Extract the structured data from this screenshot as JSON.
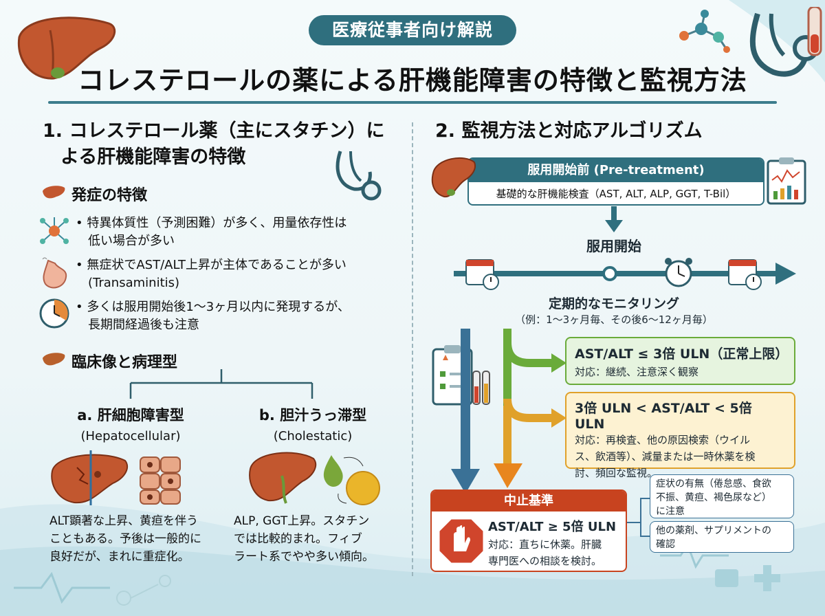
{
  "header": {
    "badge": "医療従事者向け解説",
    "title": "コレステロールの薬による肝機能障害の特徴と監視方法"
  },
  "left": {
    "heading_line1": "1. コレステロール薬（主にスタチン）に",
    "heading_line2": "よる肝機能障害の特徴",
    "onset_heading": "発症の特徴",
    "bullets": [
      {
        "line1": "特異体質性（予測困難）が多く、用量依存性は",
        "line2": "低い場合が多い"
      },
      {
        "line1": "無症状でAST/ALT上昇が主体であることが多い",
        "line2": "(Transaminitis)"
      },
      {
        "line1": "多くは服用開始後1〜3ヶ月以内に発現するが、",
        "line2": "長期間経過後も注意"
      }
    ],
    "clinical_heading": "臨床像と病理型",
    "type_a": {
      "title": "a. 肝細胞障害型",
      "subtitle": "(Hepatocellular)",
      "desc": [
        "ALT顕著な上昇、黄疸を伴う",
        "こともある。予後は一般的に",
        "良好だが、まれに重症化。"
      ]
    },
    "type_b": {
      "title": "b. 胆汁うっ滞型",
      "subtitle": "(Cholestatic)",
      "desc": [
        "ALP, GGT上昇。スタチン",
        "では比較的まれ。フィブ",
        "ラート系でやや多い傾向。"
      ]
    }
  },
  "right": {
    "heading": "2. 監視方法と対応アルゴリズム",
    "pre_title": "服用開始前 (Pre-treatment)",
    "pre_body": "基礎的な肝機能検査（AST, ALT, ALP, GGT, T-Bil）",
    "start_label": "服用開始",
    "monitor_label": "定期的なモニタリング",
    "monitor_sub": "（例：1〜3ヶ月毎、その後6〜12ヶ月毎）",
    "green_box": {
      "title": "AST/ALT ≤ 3倍 ULN（正常上限）",
      "body": "対応：継続、注意深く観察"
    },
    "yellow_box": {
      "title": "3倍 ULN < AST/ALT < 5倍 ULN",
      "body": [
        "対応：再検査、他の原因検索（ウイル",
        "ス、飲酒等）、減量または一時休薬を検",
        "討、頻回な監視。"
      ]
    },
    "stop_box": {
      "header": "中止基準",
      "title": "AST/ALT ≥ 5倍 ULN",
      "body": [
        "対応：直ちに休薬。肝臓",
        "専門医への相談を検討。"
      ]
    },
    "side_notes": [
      [
        "症状の有無（倦怠感、食欲",
        "不振、黄疸、褐色尿など）",
        "に注意"
      ],
      [
        "他の薬剤、サプリメントの",
        "確認"
      ]
    ]
  },
  "colors": {
    "teal": "#2f6f7e",
    "liver": "#b8502c",
    "green": "#e6f4df",
    "yellow": "#fdf2d2",
    "red": "#c8431f"
  }
}
